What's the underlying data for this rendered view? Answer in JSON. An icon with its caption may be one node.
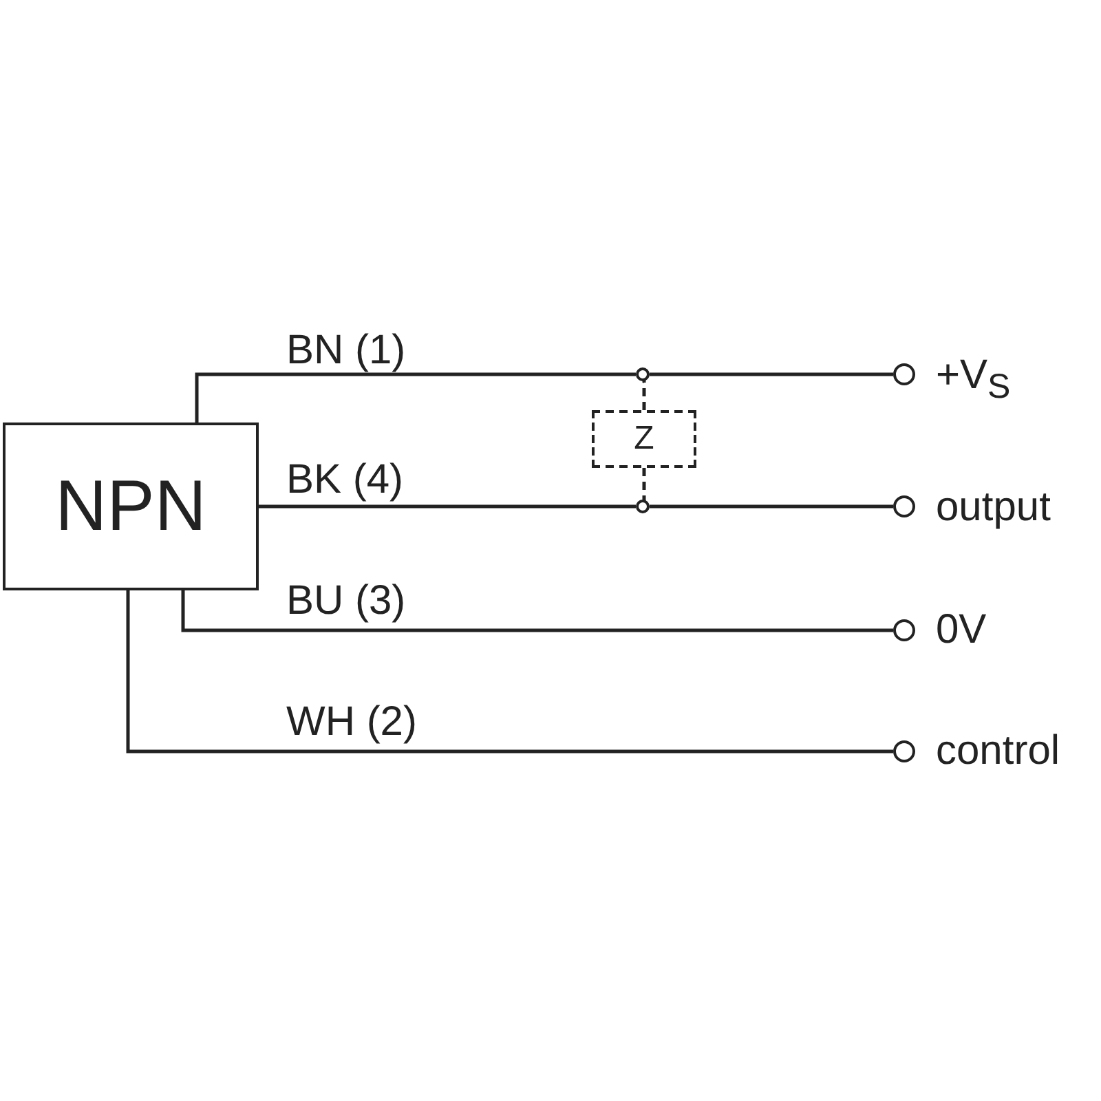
{
  "diagram": {
    "nodes": [
      {
        "text": [
          "NPN"
        ]
      },
      {
        "text": [],
        "shape": "circle"
      },
      {
        "text": [
          "Z"
        ]
      },
      {
        "text": [],
        "shape": "circle"
      },
      {
        "text": [],
        "shape": "circle",
        "beside": [
          "+V$_{S}$"
        ]
      },
      {
        "text": [],
        "shape": "circle",
        "beside": [
          "output"
        ]
      },
      {
        "text": [],
        "shape": "circle",
        "beside": [
          "0V"
        ]
      },
      {
        "text": [],
        "shape": "circle",
        "beside": [
          "control"
        ]
      }
    ],
    "edges": [
      {
        "from": 0,
        "to": 1,
        "arrow": "none",
        "label": "BN (1)"
      },
      {
        "from": 1,
        "to": 4,
        "arrow": "none"
      },
      {
        "from": 2,
        "to": 1,
        "arrow": "none",
        "style": "dashed"
      },
      {
        "from": 2,
        "to": 3,
        "arrow": "none",
        "style": "dashed"
      },
      {
        "from": 0,
        "to": 3,
        "arrow": "none",
        "label": "BK (4)"
      },
      {
        "from": 3,
        "to": 5,
        "arrow": "none"
      },
      {
        "from": 0,
        "to": 6,
        "arrow": "none",
        "label": "BU (3)"
      },
      {
        "from": 0,
        "to": 7,
        "arrow": "none",
        "label": "WH (2)"
      }
    ]
  }
}
